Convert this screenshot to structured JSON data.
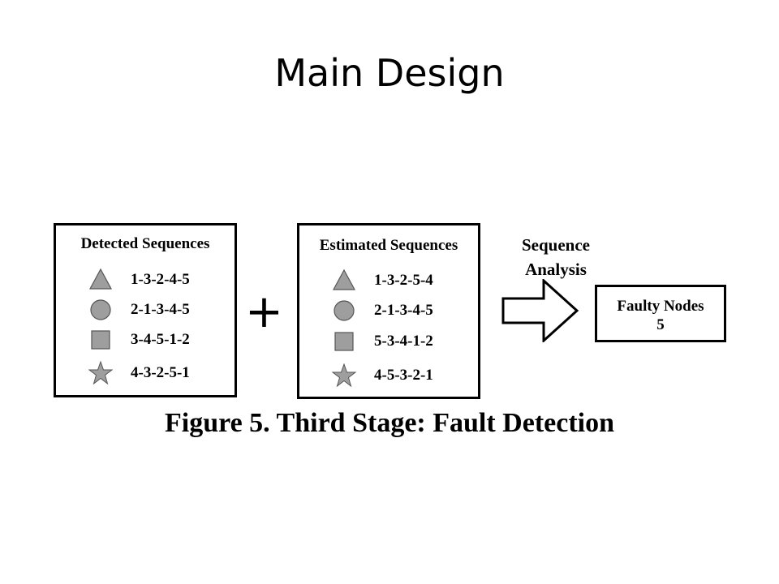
{
  "slide": {
    "title": "Main Design"
  },
  "detected": {
    "title": "Detected Sequences",
    "rows": [
      {
        "shape": "triangle-icon",
        "sequence": "1-3-2-4-5"
      },
      {
        "shape": "circle-icon",
        "sequence": "2-1-3-4-5"
      },
      {
        "shape": "square-icon",
        "sequence": "3-4-5-1-2"
      },
      {
        "shape": "star-icon",
        "sequence": "4-3-2-5-1"
      }
    ]
  },
  "plus_symbol": "+",
  "estimated": {
    "title": "Estimated Sequences",
    "rows": [
      {
        "shape": "triangle-icon",
        "sequence": "1-3-2-5-4"
      },
      {
        "shape": "circle-icon",
        "sequence": "2-1-3-4-5"
      },
      {
        "shape": "square-icon",
        "sequence": "5-3-4-1-2"
      },
      {
        "shape": "star-icon",
        "sequence": "4-5-3-2-1"
      }
    ]
  },
  "arrow": {
    "label_line1": "Sequence",
    "label_line2": "Analysis"
  },
  "result": {
    "line1": "Faulty Nodes",
    "line2": "5"
  },
  "caption": "Figure 5. Third Stage: Fault Detection",
  "colors": {
    "shape_fill": "#9e9e9e",
    "shape_stroke": "#555555",
    "border": "#000000"
  }
}
